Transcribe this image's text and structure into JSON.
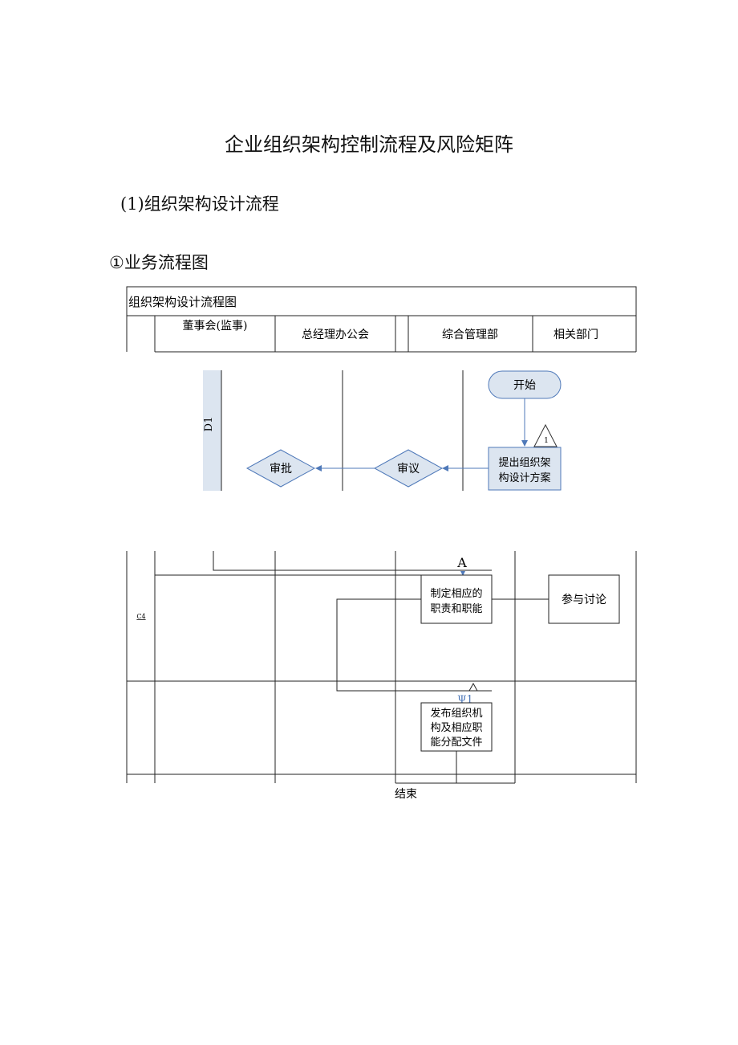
{
  "page": {
    "title": "企业组织架构控制流程及风险矩阵",
    "section": "(1)组织架构设计流程",
    "subsection": "①业务流程图"
  },
  "table": {
    "caption": "组织架构设计流程图",
    "lanes": [
      "董事会(监事)",
      "总经理办公会",
      "综合管理部",
      "相关部门"
    ]
  },
  "flow_top": {
    "phase_label": "D1",
    "start": "开始",
    "marker": "1",
    "propose": [
      "提出组织架",
      "构设计方案"
    ],
    "review": "审议",
    "approve": "审批"
  },
  "flow_bottom": {
    "phase_label": "C4",
    "connector_a": "A",
    "define": [
      "制定相应的",
      "职责和职能"
    ],
    "discuss": "参与讨论",
    "connector_psi": "Ψ1",
    "publish": [
      "发布组织机",
      "构及相应职",
      "能分配文件"
    ],
    "end": "结束"
  }
}
